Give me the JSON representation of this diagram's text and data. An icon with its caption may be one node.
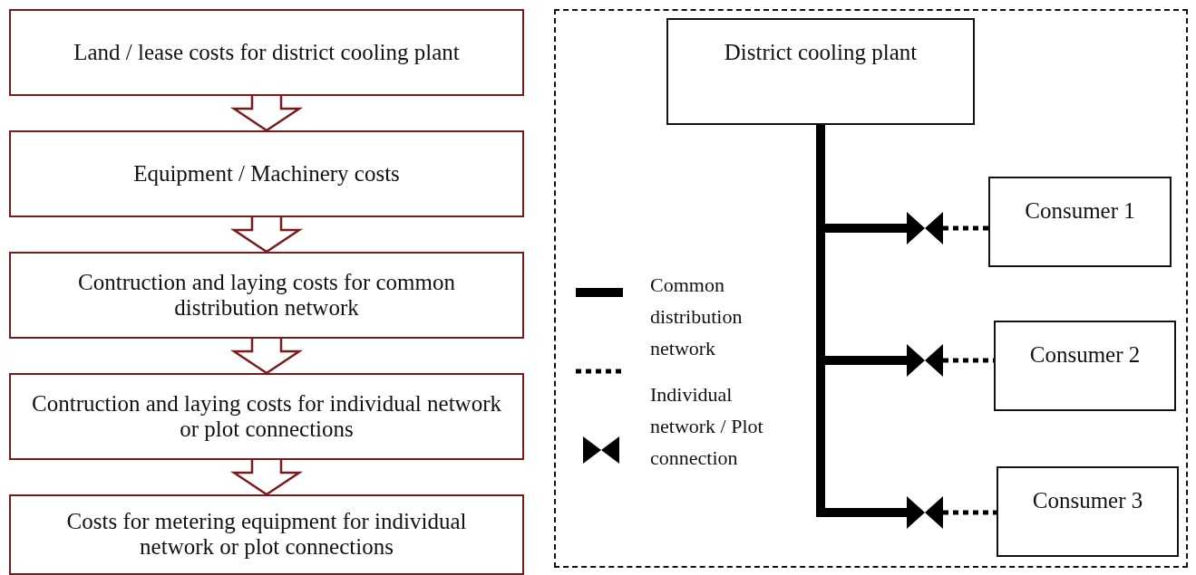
{
  "diagram": {
    "nodes": [
      {
        "text": [
          "Land / lease costs for district cooling plant"
        ]
      },
      {
        "text": [
          "Equipment / Machinery costs"
        ]
      },
      {
        "text": [
          "Contruction and laying costs for common distribution network"
        ]
      },
      {
        "text": [
          "Contruction and laying costs for individual network or plot connections"
        ]
      },
      {
        "text": [
          "Costs for metering equipment for individual network or plot connections"
        ]
      },
      {
        "text": [],
        "shape": "box"
      },
      {
        "text": [
          "District cooling plant"
        ],
        "in": 5
      },
      {
        "text": [
          "Consumer 1"
        ],
        "in": 5
      },
      {
        "text": [
          "Consumer 2"
        ],
        "in": 5
      },
      {
        "text": [
          "Consumer 3"
        ],
        "in": 5
      },
      {
        "text": [],
        "shape": "bowtie",
        "in": 5
      },
      {
        "text": [],
        "shape": "bowtie",
        "in": 5
      },
      {
        "text": [],
        "shape": "bowtie",
        "in": 5
      }
    ],
    "edges": [
      {
        "from": 0,
        "to": 1,
        "arrow": "to",
        "color": "#7b1a1a"
      },
      {
        "from": 1,
        "to": 2,
        "arrow": "to",
        "color": "#7b1a1a"
      },
      {
        "from": 2,
        "to": 3,
        "arrow": "to",
        "color": "#7b1a1a"
      },
      {
        "from": 3,
        "to": 4,
        "arrow": "to",
        "color": "#7b1a1a"
      },
      {
        "from": 6,
        "to": 10,
        "arrow": "none",
        "style": "thick"
      },
      {
        "from": 10,
        "to": 7,
        "arrow": "none",
        "style": "dashed"
      },
      {
        "from": 6,
        "to": 11,
        "arrow": "none",
        "style": "thick"
      },
      {
        "from": 11,
        "to": 8,
        "arrow": "none",
        "style": "dashed"
      },
      {
        "from": 6,
        "to": 12,
        "arrow": "none",
        "style": "thick"
      },
      {
        "from": 12,
        "to": 9,
        "arrow": "none",
        "style": "dashed"
      }
    ],
    "legend": [
      {
        "text": "Common distribution network"
      },
      {
        "text": "Individual network / Plot connection"
      }
    ]
  }
}
